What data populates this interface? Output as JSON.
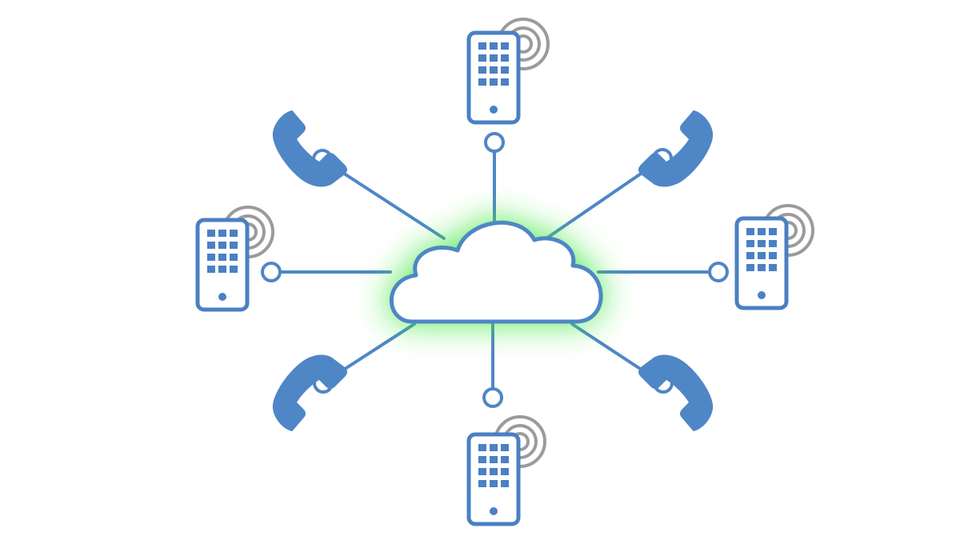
{
  "colors": {
    "background": "#ffffff",
    "line": "#4f86c6",
    "device": "#4a80c4",
    "phone_fill": "#4f86c6",
    "signal": "#9b9b9b",
    "cloud_fill": "#ffffff",
    "cloud_stroke": "#4f86c6",
    "glow": "#39e639"
  },
  "hub": {
    "icon": "cloud-icon",
    "glow": true
  },
  "devices": [
    {
      "id": "top",
      "icon": "smartphone-icon",
      "signal": true
    },
    {
      "id": "upper-right",
      "icon": "telephone-handset-icon"
    },
    {
      "id": "right",
      "icon": "smartphone-icon",
      "signal": true
    },
    {
      "id": "lower-right",
      "icon": "telephone-handset-icon"
    },
    {
      "id": "bottom",
      "icon": "smartphone-icon",
      "signal": true
    },
    {
      "id": "lower-left",
      "icon": "telephone-handset-icon"
    },
    {
      "id": "left",
      "icon": "smartphone-icon",
      "signal": true
    },
    {
      "id": "upper-left",
      "icon": "telephone-handset-icon"
    }
  ]
}
